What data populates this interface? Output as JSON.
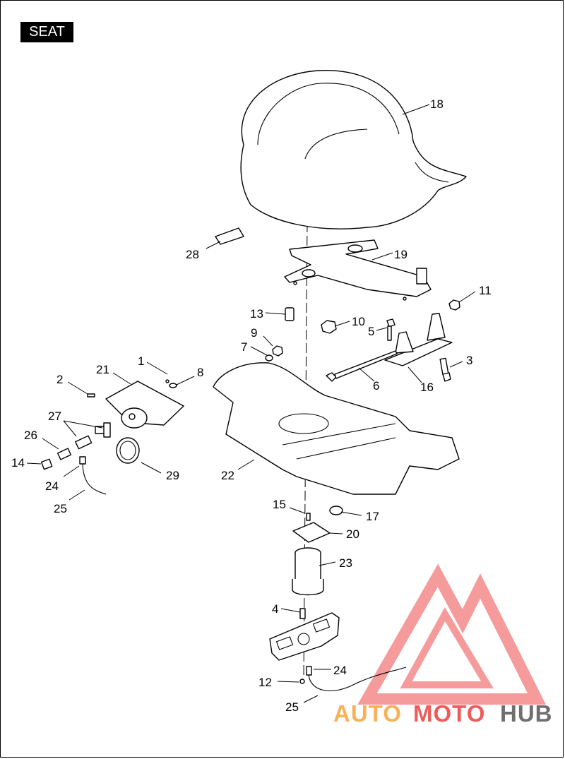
{
  "title": "SEAT",
  "callouts": [
    "1",
    "2",
    "3",
    "4",
    "5",
    "6",
    "7",
    "8",
    "9",
    "10",
    "11",
    "12",
    "13",
    "14",
    "15",
    "16",
    "17",
    "18",
    "19",
    "20",
    "21",
    "22",
    "23",
    "24",
    "24",
    "25",
    "25",
    "26",
    "27",
    "28",
    "29"
  ],
  "watermark": {
    "auto": "AUTO",
    "moto": "MOTO",
    "hub": "HUB",
    "colors": {
      "auto": "#f6b25a",
      "moto": "#ee5b5b",
      "hub": "#6f6f6f",
      "logo": "#ee4b4b"
    }
  }
}
